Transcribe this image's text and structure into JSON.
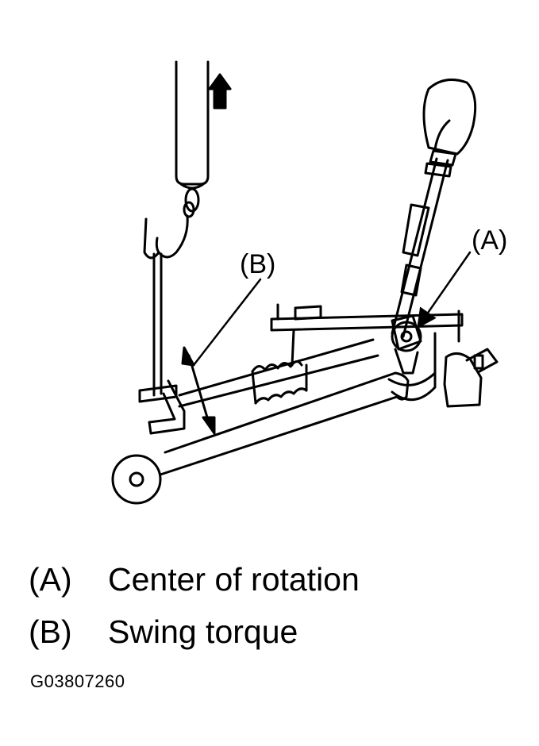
{
  "diagram": {
    "callout_a": "(A)",
    "callout_b": "(B)"
  },
  "legend": [
    {
      "key": "(A)",
      "text": "Center of rotation"
    },
    {
      "key": "(B)",
      "text": "Swing torque"
    }
  ],
  "figure_id": "G03807260",
  "colors": {
    "ink": "#000000",
    "paper": "#ffffff"
  }
}
